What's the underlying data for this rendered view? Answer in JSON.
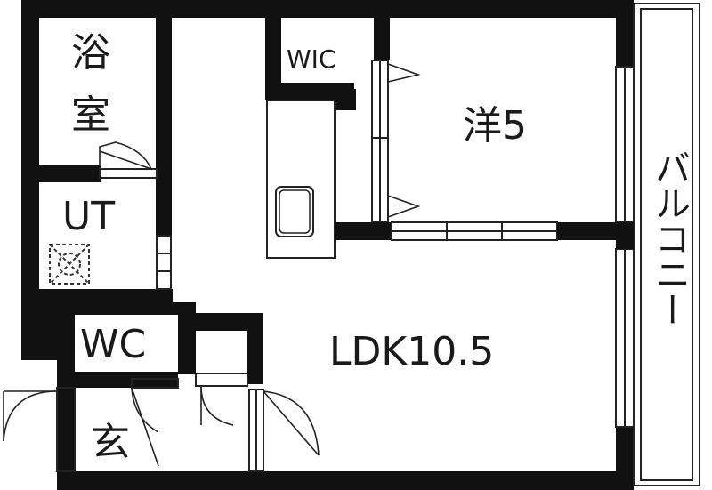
{
  "rooms": {
    "bath": "浴室",
    "ut": "UT",
    "wic": "WIC",
    "western": "洋5",
    "balcony": "バルコニー",
    "wc": "WC",
    "ldk": "LDK10.5",
    "entrance": "玄"
  },
  "colors": {
    "wall": "#111111",
    "line": "#222222",
    "background": "#ffffff"
  }
}
